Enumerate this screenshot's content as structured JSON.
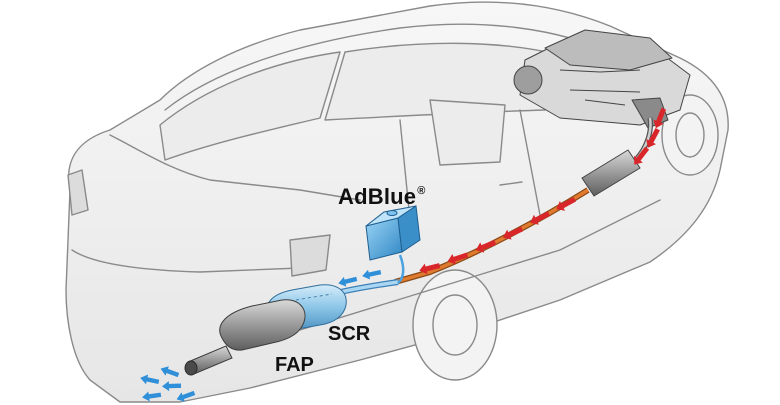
{
  "labels": {
    "adblue": "AdBlue",
    "adblue_mark": "®",
    "scr": "SCR",
    "fap": "FAP"
  },
  "colors": {
    "exhaust_arrow": "#d8262b",
    "treated_arrow": "#2f8fd8",
    "hot_pipe": "#e07a2e",
    "adblue_line": "#4aa3e0",
    "tank": "#67b8ea",
    "scr_cat": "#8cc6e8",
    "car_outline": "#7d7d7d",
    "car_fill": "#f2f2f2"
  },
  "icons": [
    "engine-icon",
    "adblue-tank-icon",
    "exhaust-arrow-icon"
  ]
}
